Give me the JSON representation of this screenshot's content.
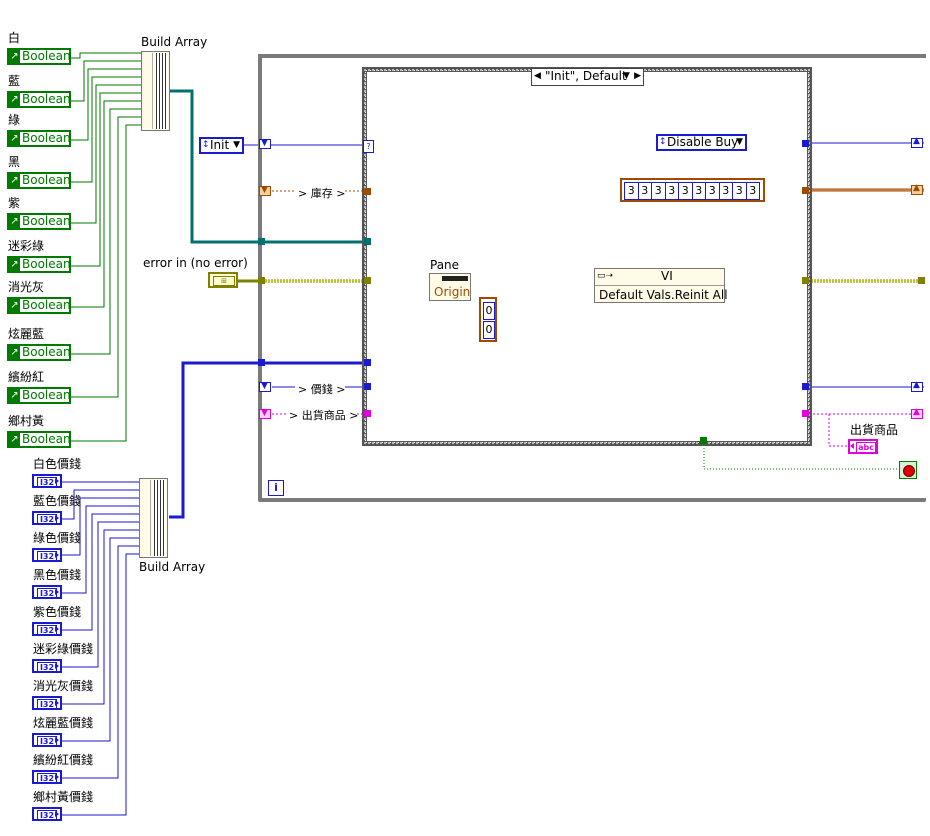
{
  "colors": {
    "boolean": "#007a00",
    "numeric": "#1a1ad0",
    "string": "#e000e0",
    "cluster_orange": "#a04a00",
    "error_cluster": "#808000",
    "refnum_teal": "#007070",
    "loop_border": "#7a7a7a"
  },
  "build_array_top": {
    "label": "Build Array"
  },
  "build_array_bottom": {
    "label": "Build Array"
  },
  "boolean_controls": [
    {
      "label": "白",
      "type": "Boolean"
    },
    {
      "label": "藍",
      "type": "Boolean"
    },
    {
      "label": "綠",
      "type": "Boolean"
    },
    {
      "label": "黑",
      "type": "Boolean"
    },
    {
      "label": "紫",
      "type": "Boolean"
    },
    {
      "label": "迷彩綠",
      "type": "Boolean"
    },
    {
      "label": "消光灰",
      "type": "Boolean"
    },
    {
      "label": "炫麗藍",
      "type": "Boolean"
    },
    {
      "label": "繽紛紅",
      "type": "Boolean"
    },
    {
      "label": "鄉村黃",
      "type": "Boolean"
    }
  ],
  "price_controls": [
    {
      "label": "白色價錢",
      "type": "I32"
    },
    {
      "label": "藍色價錢",
      "type": "I32"
    },
    {
      "label": "綠色價錢",
      "type": "I32"
    },
    {
      "label": "黑色價錢",
      "type": "I32"
    },
    {
      "label": "紫色價錢",
      "type": "I32"
    },
    {
      "label": "迷彩綠價錢",
      "type": "I32"
    },
    {
      "label": "消光灰價錢",
      "type": "I32"
    },
    {
      "label": "炫麗藍價錢",
      "type": "I32"
    },
    {
      "label": "繽紛紅價錢",
      "type": "I32"
    },
    {
      "label": "鄉村黃價錢",
      "type": "I32"
    }
  ],
  "init_enum": {
    "value": "Init"
  },
  "error_in": {
    "label": "error in (no error)"
  },
  "shift_registers": {
    "inventory": "> 庫存 >",
    "price": "> 價錢 >",
    "shipped": "> 出貨商品 >"
  },
  "case_structure": {
    "selector": "\"Init\", Default",
    "case_terminal": "?"
  },
  "disable_buy": {
    "value": "Disable Buy"
  },
  "inventory_array": {
    "values": [
      "3",
      "3",
      "3",
      "3",
      "3",
      "3",
      "3",
      "3",
      "3",
      "3"
    ]
  },
  "pane_node": {
    "class": "Pane",
    "property": "Origin"
  },
  "origin_cluster": {
    "values": [
      "0",
      "0"
    ]
  },
  "vi_invoke": {
    "class": "VI",
    "method": "Default Vals.Reinit All"
  },
  "shipped_indicator": {
    "label": "出貨商品",
    "type": "abc"
  },
  "loop_iteration": {
    "symbol": "i"
  }
}
